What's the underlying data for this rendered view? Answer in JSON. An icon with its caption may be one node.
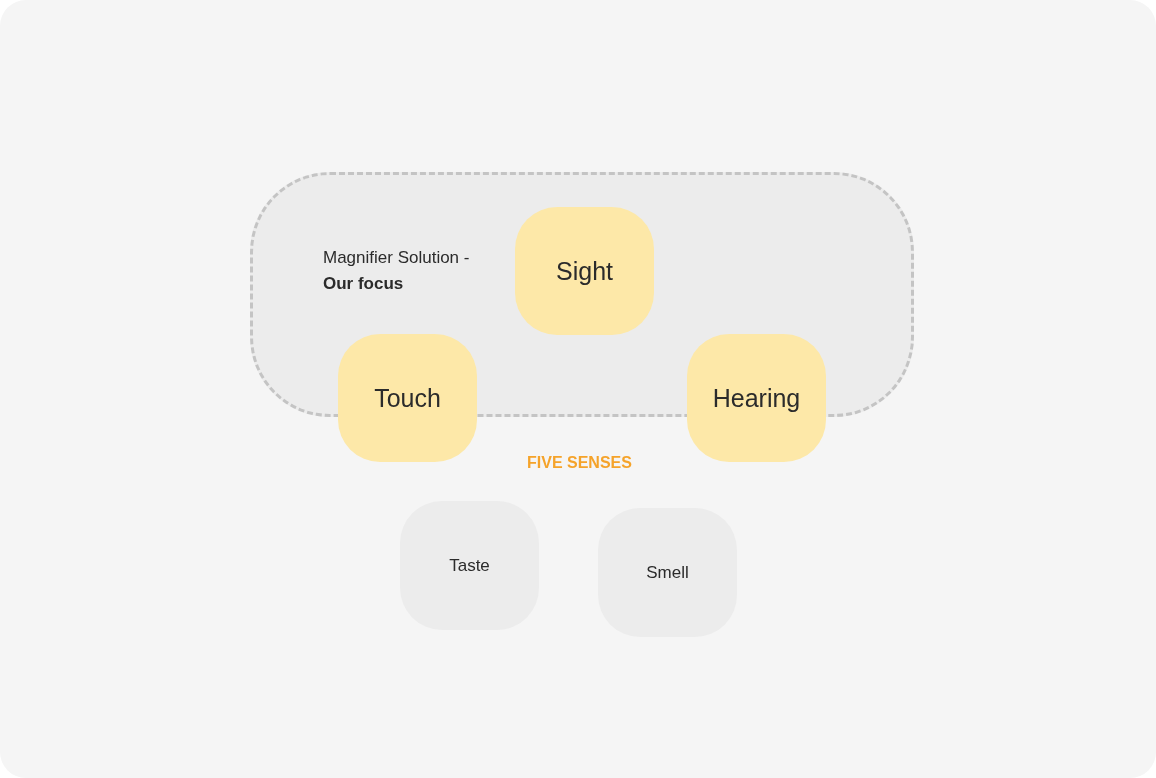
{
  "diagram": {
    "nodes": [
      {
        "text": [
          "Magnifier Solution - **Our focus**"
        ]
      },
      {
        "text": [
          "Sight"
        ],
        "in": 0
      },
      {
        "text": [
          "Touch"
        ]
      },
      {
        "text": [
          "Hearing"
        ]
      },
      {
        "text": [
          "Taste"
        ]
      },
      {
        "text": [
          "Smell"
        ]
      }
    ],
    "edges": [],
    "labels": [
      "FIVE SENSES"
    ]
  }
}
